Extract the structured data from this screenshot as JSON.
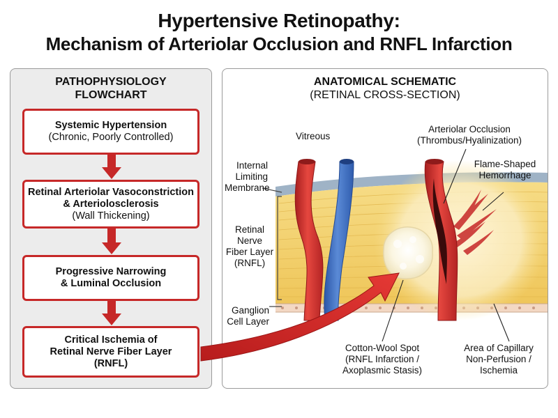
{
  "title": {
    "line1": "Hypertensive Retinopathy:",
    "line2": "Mechanism of Arteriolar Occlusion and RNFL Infarction"
  },
  "flowchart": {
    "heading_line1": "PATHOPHYSIOLOGY",
    "heading_line2": "FLOWCHART",
    "steps": [
      {
        "bold1": "Systemic Hypertension",
        "bold2": "",
        "sub": "(Chronic, Poorly Controlled)"
      },
      {
        "bold1": "Retinal Arteriolar Vasoconstriction",
        "bold2": "& Arteriolosclerosis",
        "sub": "(Wall Thickening)"
      },
      {
        "bold1": "Progressive Narrowing",
        "bold2": "& Luminal Occlusion",
        "sub": ""
      },
      {
        "bold1": "Critical Ischemia of",
        "bold2": "Retinal Nerve Fiber Layer",
        "bold3": "(RNFL)"
      }
    ]
  },
  "schematic": {
    "heading_line1": "ANATOMICAL SCHEMATIC",
    "heading_line2": "(RETINAL CROSS-SECTION)",
    "labels": {
      "vitreous": "Vitreous",
      "ilm_1": "Internal",
      "ilm_2": "Limiting",
      "ilm_3": "Membrane",
      "rnfl_1": "Retinal",
      "rnfl_2": "Nerve",
      "rnfl_3": "Fiber Layer",
      "rnfl_4": "(RNFL)",
      "gcl_1": "Ganglion",
      "gcl_2": "Cell Layer",
      "occlusion_1": "Arteriolar Occlusion",
      "occlusion_2": "(Thrombus/Hyalinization)",
      "hemorrhage_1": "Flame-Shaped",
      "hemorrhage_2": "Hemorrhage",
      "cws_1": "Cotton-Wool Spot",
      "cws_2": "(RNFL Infarction /",
      "cws_3": "Axoplasmic Stasis)",
      "nonperf_1": "Area of Capillary",
      "nonperf_2": "Non-Perfusion /",
      "nonperf_3": "Ischemia"
    }
  },
  "colors": {
    "artery": "#d32f2f",
    "vein": "#3f6fc4",
    "rnfl": "#f2cf6a",
    "box_border": "#c62828",
    "left_panel_bg": "#ececec"
  }
}
